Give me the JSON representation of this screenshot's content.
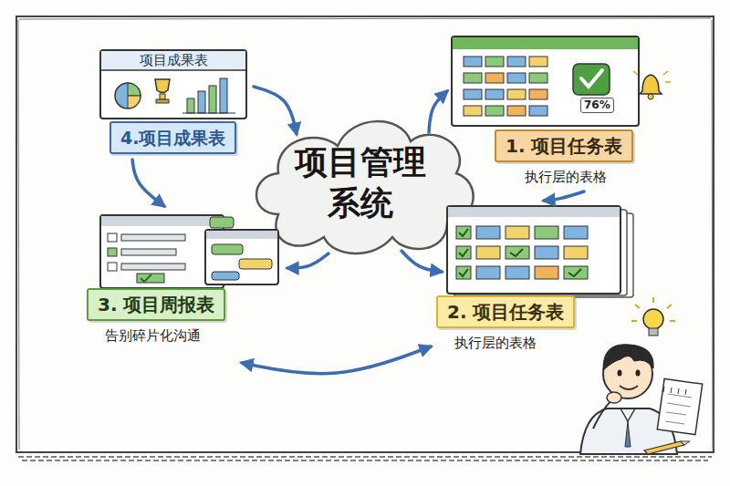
{
  "diagram": {
    "nodes": [
      {
        "text": [
          "项目成果表"
        ]
      },
      {
        "text": [
          "4.项目成果表"
        ]
      },
      {
        "text": [
          "项目管理 系统"
        ]
      },
      {
        "text": [
          "1. 项目任务表",
          "执行层的表格"
        ]
      },
      {
        "text": [
          "3. 项目周报表",
          "告别碎片化沟通"
        ]
      },
      {
        "text": [
          "2. 项目任务表",
          "执行层的表格"
        ]
      }
    ],
    "edges": [
      {
        "from": 0,
        "to": 2,
        "arrow": "to"
      },
      {
        "from": 2,
        "to": 3,
        "arrow": "to"
      },
      {
        "from": 3,
        "to": 5,
        "arrow": "to"
      },
      {
        "from": 2,
        "to": 5,
        "arrow": "to"
      },
      {
        "from": 2,
        "to": 4,
        "arrow": "to"
      },
      {
        "from": 1,
        "to": 4,
        "arrow": "to"
      },
      {
        "from": 4,
        "to": 5,
        "arrow": "both"
      }
    ],
    "labels": [
      "76%"
    ]
  }
}
